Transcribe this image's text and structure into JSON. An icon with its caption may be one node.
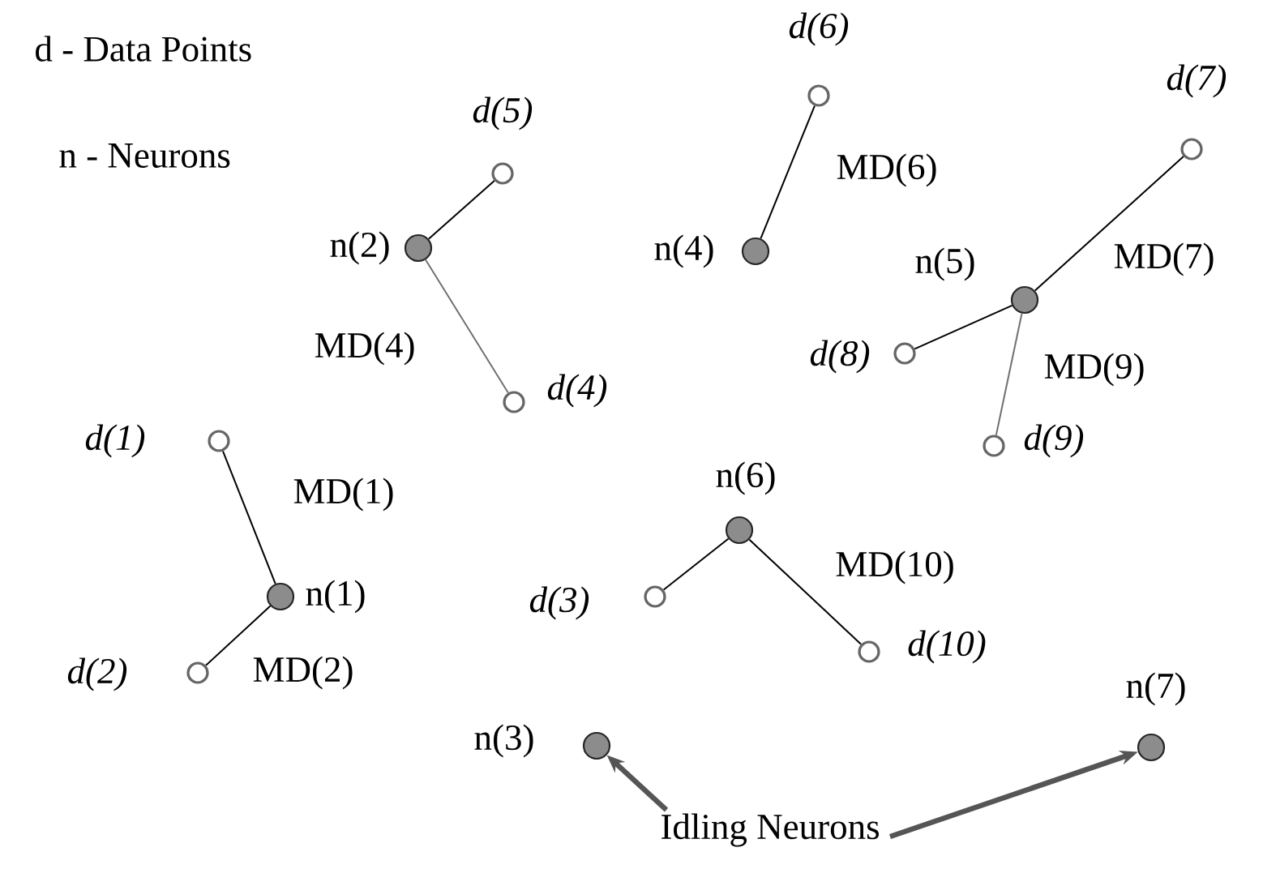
{
  "diagram": {
    "nodes": [
      {
        "text": [],
        "shape": "circle",
        "beside": [
          "n(1)"
        ]
      },
      {
        "text": [],
        "shape": "circle",
        "beside": [
          "n(2)"
        ]
      },
      {
        "text": [],
        "shape": "circle",
        "beside": [
          "n(3)"
        ]
      },
      {
        "text": [],
        "shape": "circle",
        "beside": [
          "n(4)"
        ]
      },
      {
        "text": [],
        "shape": "circle",
        "beside": [
          "n(5)"
        ]
      },
      {
        "text": [],
        "shape": "circle",
        "beside": [
          "n(6)"
        ]
      },
      {
        "text": [],
        "shape": "circle",
        "beside": [
          "n(7)"
        ]
      },
      {
        "text": [],
        "shape": "circle",
        "beside": [
          "d(1)"
        ]
      },
      {
        "text": [],
        "shape": "circle",
        "beside": [
          "d(2)"
        ]
      },
      {
        "text": [],
        "shape": "circle",
        "beside": [
          "d(3)"
        ]
      },
      {
        "text": [],
        "shape": "circle",
        "beside": [
          "d(4)"
        ]
      },
      {
        "text": [],
        "shape": "circle",
        "beside": [
          "d(5)"
        ]
      },
      {
        "text": [],
        "shape": "circle",
        "beside": [
          "d(6)"
        ]
      },
      {
        "text": [],
        "shape": "circle",
        "beside": [
          "d(7)"
        ]
      },
      {
        "text": [],
        "shape": "circle",
        "beside": [
          "d(8)"
        ]
      },
      {
        "text": [],
        "shape": "circle",
        "beside": [
          "d(9)"
        ]
      },
      {
        "text": [],
        "shape": "circle",
        "beside": [
          "d(10)"
        ]
      },
      {
        "text": [
          "Idling Neurons"
        ]
      }
    ],
    "edges": [
      {
        "from": 0,
        "to": 7,
        "arrow": "none",
        "label": "MD(1)"
      },
      {
        "from": 0,
        "to": 8,
        "arrow": "none",
        "label": "MD(2)"
      },
      {
        "from": 1,
        "to": 11,
        "arrow": "none"
      },
      {
        "from": 1,
        "to": 10,
        "arrow": "none",
        "label": "MD(4)",
        "color": "#707070"
      },
      {
        "from": 3,
        "to": 12,
        "arrow": "none",
        "label": "MD(6)"
      },
      {
        "from": 4,
        "to": 13,
        "arrow": "none",
        "label": "MD(7)"
      },
      {
        "from": 4,
        "to": 14,
        "arrow": "none"
      },
      {
        "from": 4,
        "to": 15,
        "arrow": "none",
        "label": "MD(9)",
        "color": "#707070"
      },
      {
        "from": 5,
        "to": 9,
        "arrow": "none"
      },
      {
        "from": 5,
        "to": 16,
        "arrow": "none",
        "label": "MD(10)"
      },
      {
        "from": 17,
        "to": 2,
        "arrow": "to",
        "style": "thick",
        "color": "#555555"
      },
      {
        "from": 17,
        "to": 6,
        "arrow": "to",
        "style": "thick",
        "color": "#555555"
      }
    ],
    "labels": [
      "d - Data Points",
      "n - Neurons"
    ]
  }
}
